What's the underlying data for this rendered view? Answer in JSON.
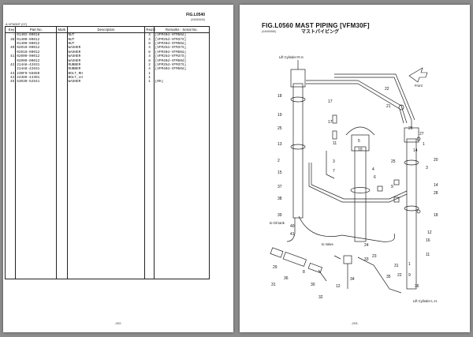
{
  "left_page": {
    "fig_code": "FIG.L0540",
    "fig_subcode": "(04050540)",
    "model_tag": "A VFM30F (07)",
    "table": {
      "headers": [
        "Key",
        "Part No.",
        "Mark",
        "Description",
        "Req'd",
        "Remarks - Serial No."
      ],
      "rows": [
        [
          "-",
          "01402-00016",
          "",
          "NUT",
          "4",
          "[VFM40d-VFM50d]"
        ],
        [
          "38",
          "01400-00012",
          "",
          "NUT",
          "4",
          "[VFM25d-VFM37S]"
        ],
        [
          "",
          "01400-00012",
          "",
          "NUT",
          "8",
          "[VFM40d-VFM50d]"
        ],
        [
          "40",
          "02010-00012",
          "",
          "WASHER",
          "4",
          "[VFM25d-VFM37S]"
        ],
        [
          "",
          "02010-00012",
          "",
          "WASHER",
          "8",
          "[VFM40d-VFM50d]"
        ],
        [
          "41",
          "02000-00012",
          "",
          "WASHER",
          "4",
          "[VFM25d-VFM37S]"
        ],
        [
          "",
          "02000-00012",
          "",
          "WASHER",
          "8",
          "[VFM40d-VFM50d]"
        ],
        [
          "42",
          "214A8-42631",
          "",
          "RUBBER",
          "2",
          "[VFM25d-VFM37S]"
        ],
        [
          "",
          "214A8-42631",
          "",
          "RUBBER",
          "4",
          "[VFM40d-VFM50d]"
        ],
        [
          "43",
          "230F0-56850",
          "",
          "BOLT,RH",
          "1",
          ""
        ],
        [
          "44",
          "24389-44301",
          "",
          "BOLT,LH",
          "1",
          ""
        ],
        [
          "45",
          "53030-52541",
          "",
          "WASHER",
          "1",
          "[RH]"
        ]
      ]
    },
    "page_number": "-202-"
  },
  "right_page": {
    "fig_title": "FIG.L0560  MAST PIPING [VFM30F]",
    "fig_subcode": "(04050560)",
    "fig_japanese": "マストパイピング",
    "labels": {
      "lift_cyl_rh": "Lift Cylinder R.H.",
      "lift_cyl_lh": "Lift Cylinder L.H.",
      "front": "Front",
      "to_oil_tank": "to Oil tank",
      "to_valve": "to Valve"
    },
    "callouts": [
      "22",
      "18",
      "17",
      "21",
      "19",
      "17",
      "25",
      "13",
      "5",
      "11",
      "10",
      "3",
      "7",
      "4",
      "25",
      "2",
      "15",
      "20",
      "3",
      "6",
      "9",
      "26",
      "27",
      "14",
      "28",
      "18",
      "1",
      "14",
      "37",
      "38",
      "39",
      "40",
      "41",
      "24",
      "33",
      "23",
      "29",
      "8",
      "30",
      "31",
      "36",
      "35",
      "31",
      "12",
      "34",
      "32",
      "36",
      "11",
      "9",
      "12",
      "22",
      "1",
      "16"
    ],
    "page_number": "-203-"
  }
}
